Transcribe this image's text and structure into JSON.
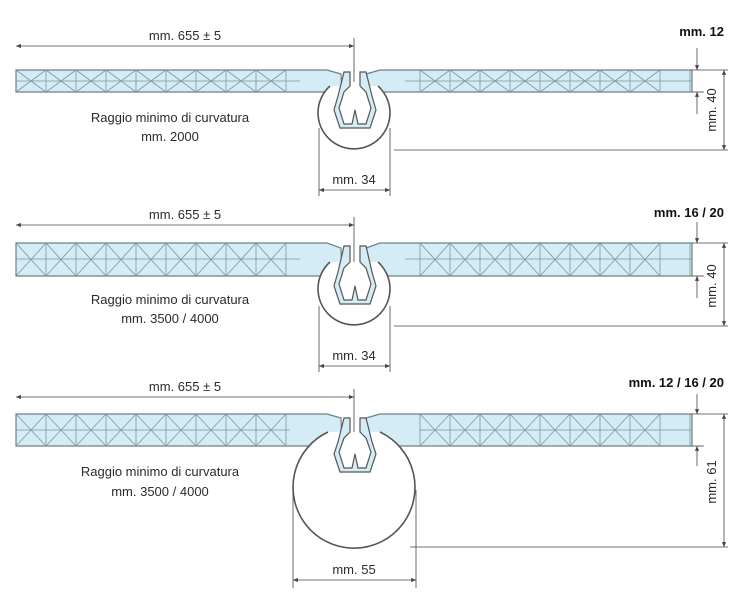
{
  "diagrams": [
    {
      "width_label": "mm. 655 ± 5",
      "thickness_label": "mm. 12",
      "height_label": "mm. 40",
      "radius_title": "Raggio minimo di curvatura",
      "radius_value": "mm. 2000",
      "diameter_label": "mm. 34"
    },
    {
      "width_label": "mm. 655 ± 5",
      "thickness_label": "mm. 16 / 20",
      "height_label": "mm. 40",
      "radius_title": "Raggio minimo di curvatura",
      "radius_value": "mm. 3500 / 4000",
      "diameter_label": "mm. 34"
    },
    {
      "width_label": "mm. 655 ± 5",
      "thickness_label": "mm. 12 / 16 / 20",
      "height_label": "mm. 61",
      "radius_title": "Raggio minimo di curvatura",
      "radius_value": "mm. 3500 / 4000",
      "diameter_label": "mm. 55"
    }
  ]
}
